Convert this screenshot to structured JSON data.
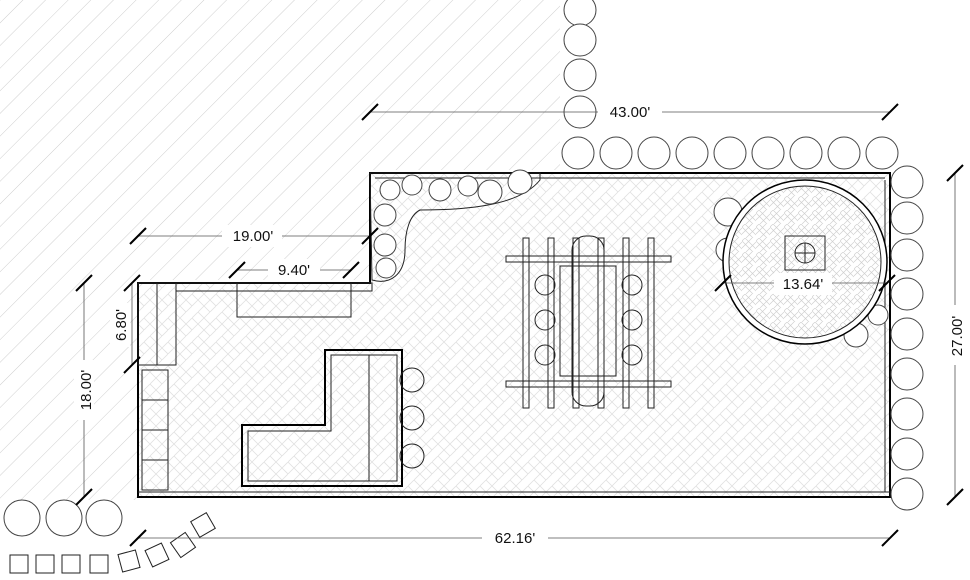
{
  "dimensions": {
    "top_width": "43.00'",
    "side_height": "27.00'",
    "bottom_width": "62.16'",
    "left_height": "18.00'",
    "step_width": "19.00'",
    "bench_width": "9.40'",
    "bench_depth": "6.80'",
    "firepit_diameter": "13.64'"
  },
  "colors": {
    "line": "#000000",
    "hatch": "#d0d0d0",
    "paving": "#e2e2e2",
    "background": "#ffffff"
  }
}
